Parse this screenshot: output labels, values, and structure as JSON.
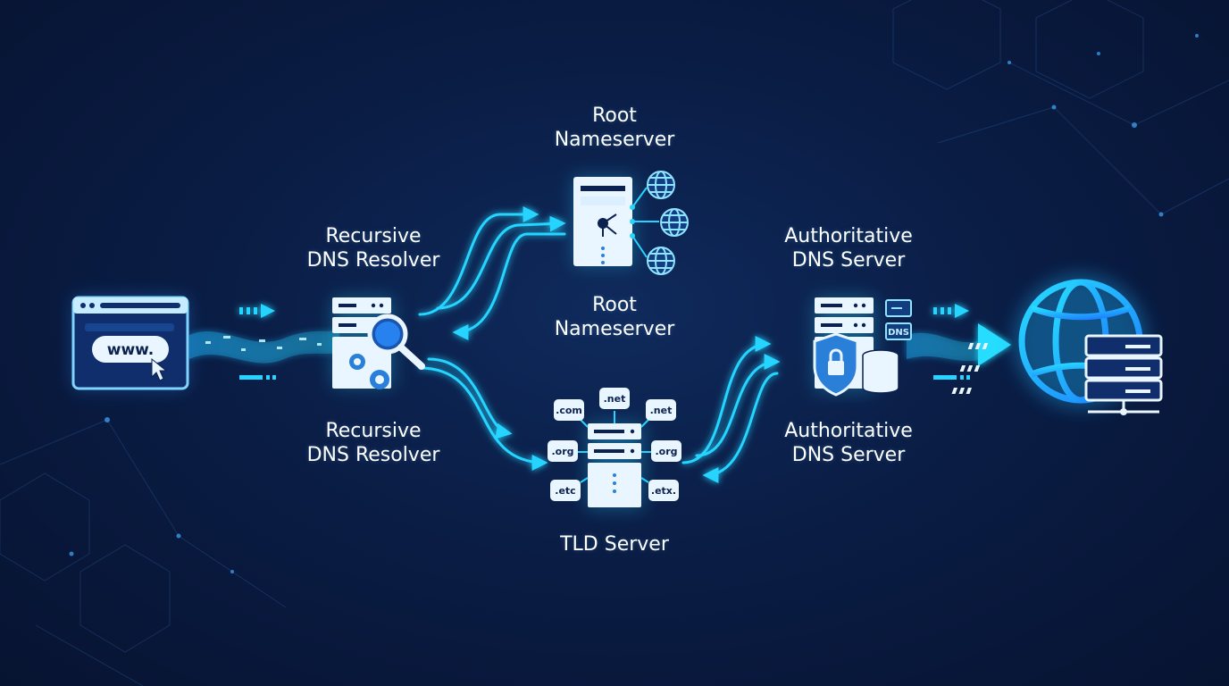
{
  "diagram": {
    "nodes": {
      "root": {
        "label": [
          "Root",
          "Nameserver"
        ],
        "label_lower": [
          "Root",
          "Nameserver"
        ]
      },
      "resolver": {
        "label": [
          "Recursive",
          "DNS Resolver"
        ],
        "label_lower": [
          "Recursive",
          "DNS Resolver"
        ]
      },
      "authoritative": {
        "label": [
          "Authoritative",
          "DNS Server"
        ],
        "label_lower": [
          "Authoritative",
          "DNS Server"
        ],
        "badge": "DNS"
      },
      "tld": {
        "label": "TLD Server",
        "tags": [
          ".com",
          ".net",
          ".net",
          ".org",
          ".org",
          ".etc",
          ".etx."
        ]
      },
      "browser": {
        "url": "www."
      }
    },
    "colors": {
      "accent": "#25d5ff",
      "accent_light": "#b9f2ff",
      "panel": "#e9f6ff",
      "dark": "#0b2150"
    }
  }
}
